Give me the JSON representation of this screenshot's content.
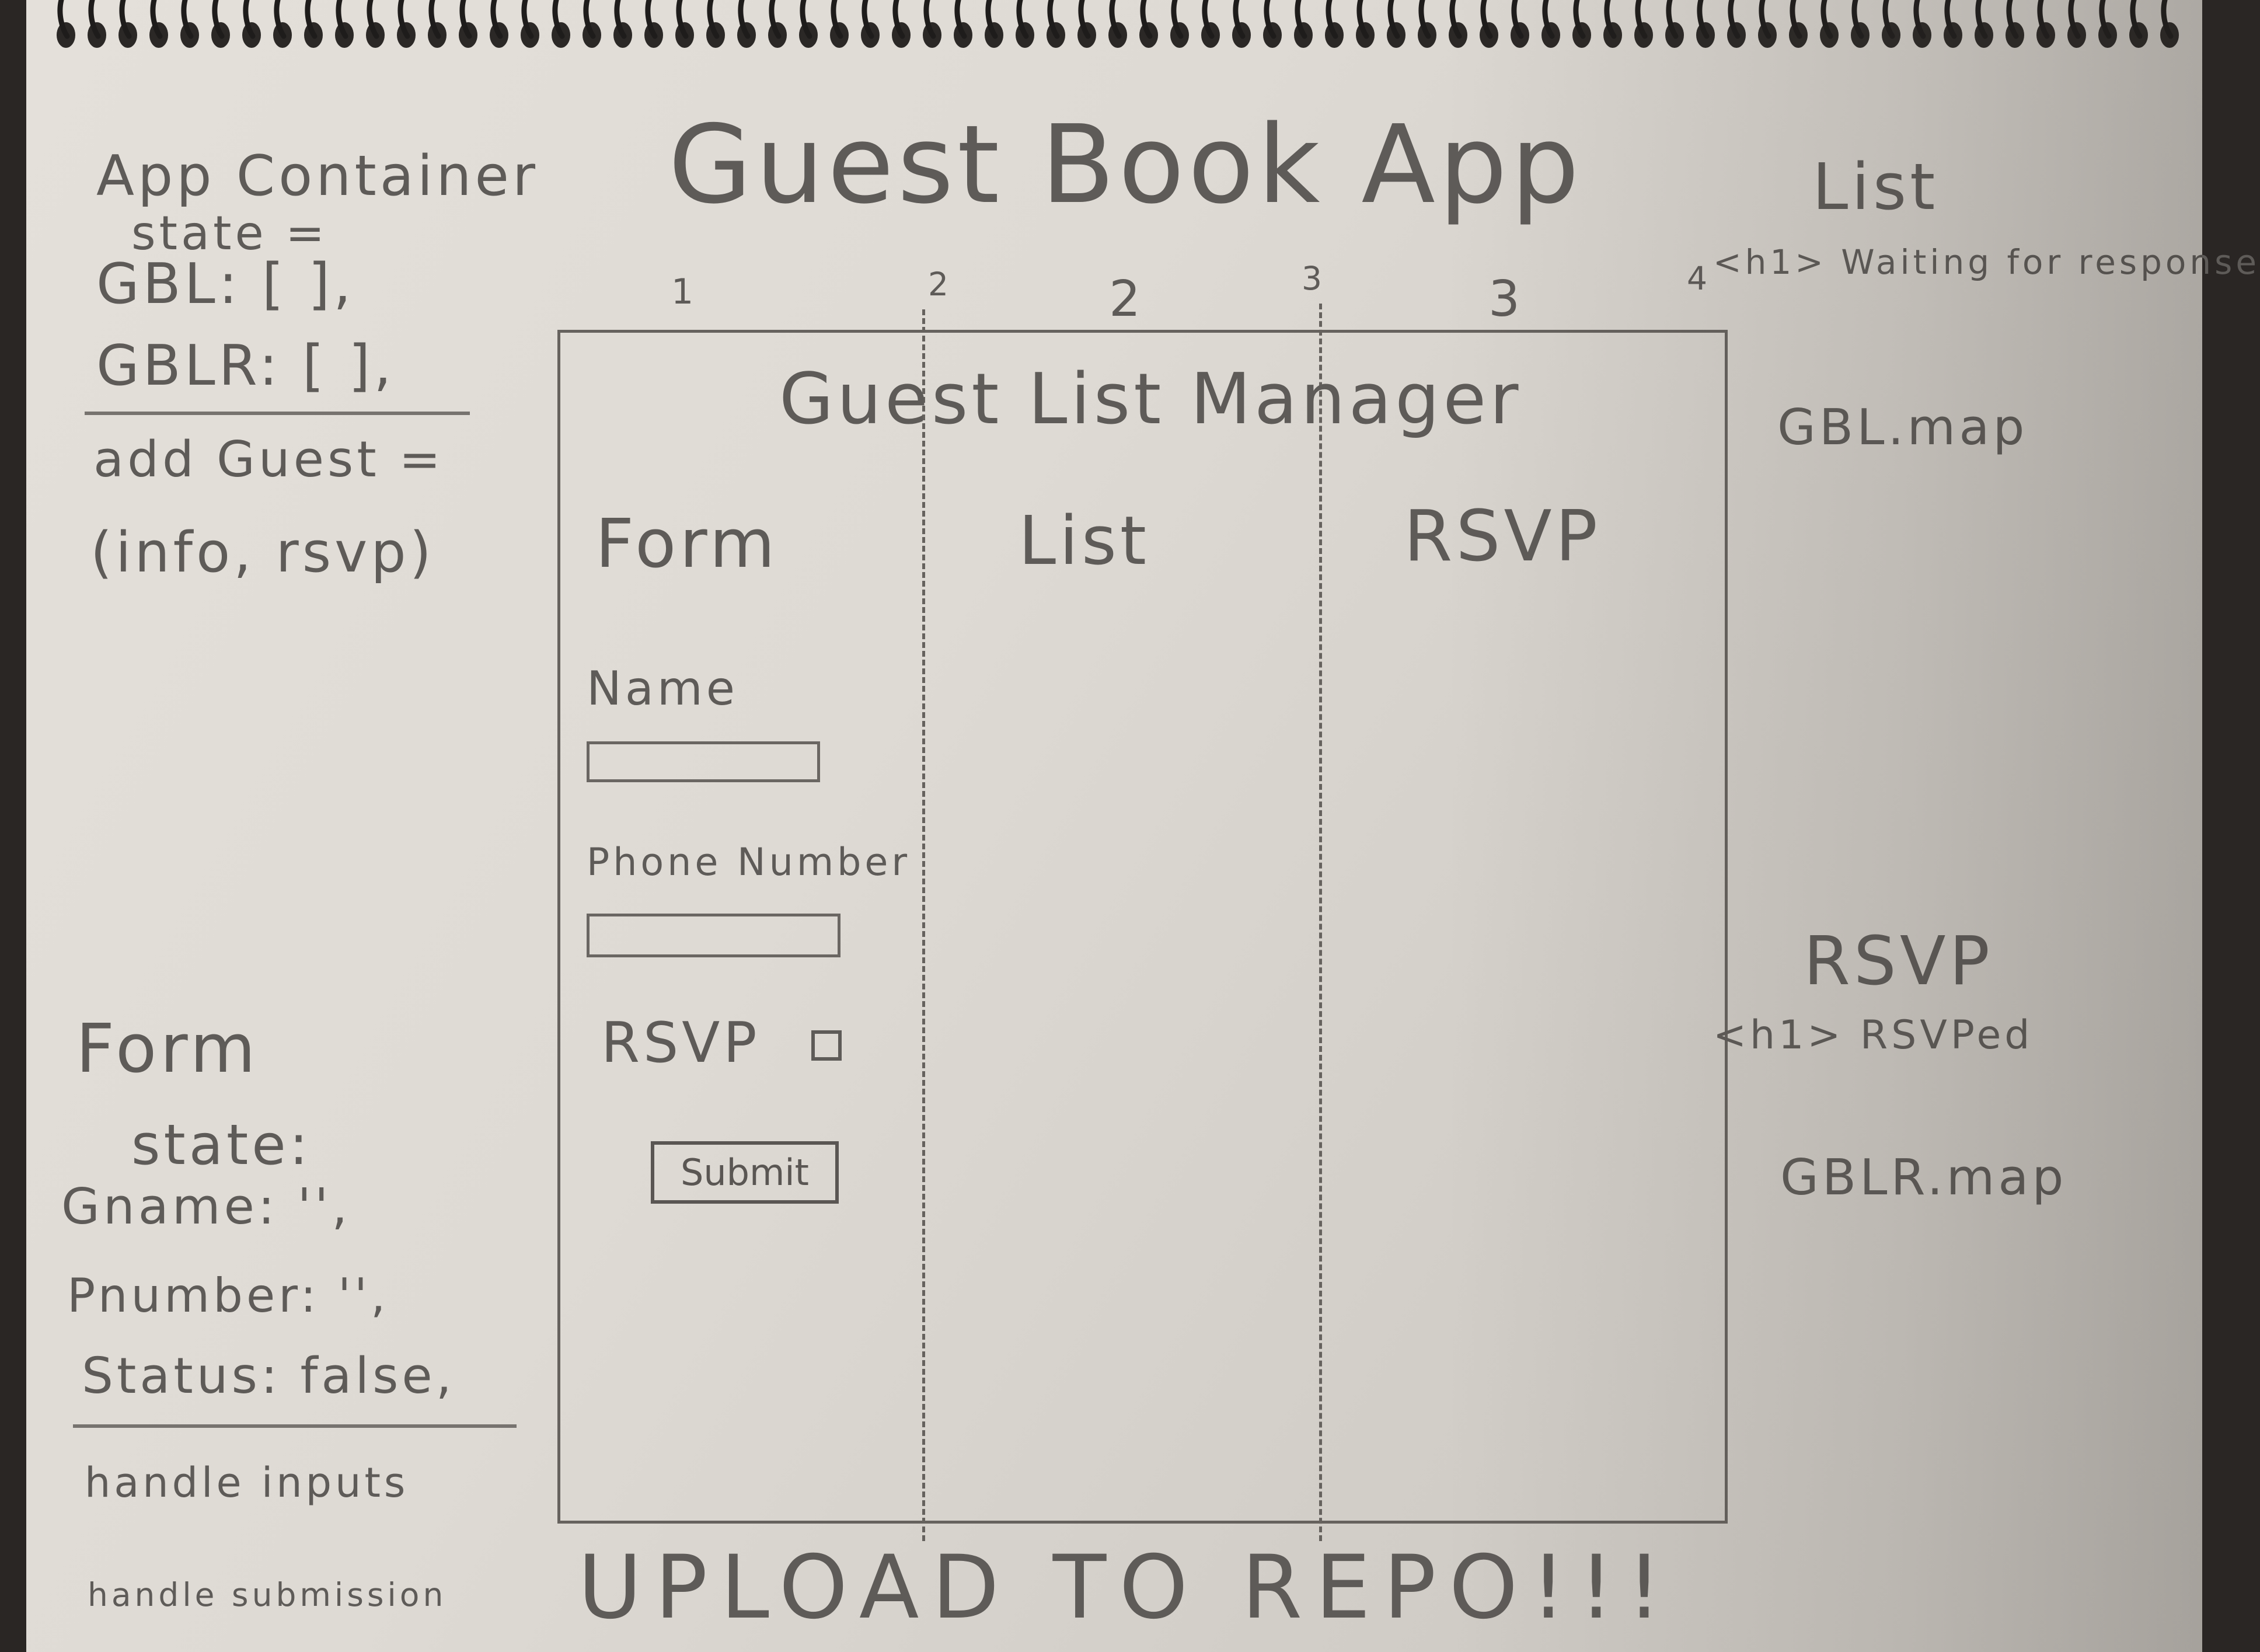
{
  "title": "Guest Book App",
  "app_container": {
    "heading": "App Container",
    "state_label": "state =",
    "gbl": "GBL: [ ],",
    "gblr": "GBLR: [ ],",
    "add_guest": "add Guest =",
    "add_guest_args": "(info, rsvp)"
  },
  "ruler": {
    "marks": [
      "1",
      "2",
      "2",
      "3",
      "3",
      "4"
    ],
    "columns": [
      "1",
      "2",
      "3"
    ]
  },
  "manager": {
    "title": "Guest List Manager",
    "col_form": "Form",
    "col_list": "List",
    "col_rsvp": "RSVP",
    "name_label": "Name",
    "phone_label": "Phone Number",
    "rsvp_label": "RSVP",
    "submit_label": "Submit"
  },
  "form_component": {
    "heading": "Form",
    "state_label": "state:",
    "gname": "Gname: '',",
    "pnumber": "Pnumber: '',",
    "status": "Status: false,",
    "handle_inputs": "handle inputs",
    "handle_submission": "handle submission"
  },
  "list_component": {
    "heading": "List",
    "h1_text": "<h1> Waiting for response",
    "map": "GBL.map"
  },
  "rsvp_component": {
    "heading": "RSVP",
    "h1_text": "<h1> RSVPed",
    "map": "GBLR.map"
  },
  "footer": "UPLOAD TO REPO!!!",
  "colors": {
    "pencil": "#5e5b58",
    "paper": "#e0dcd6"
  }
}
